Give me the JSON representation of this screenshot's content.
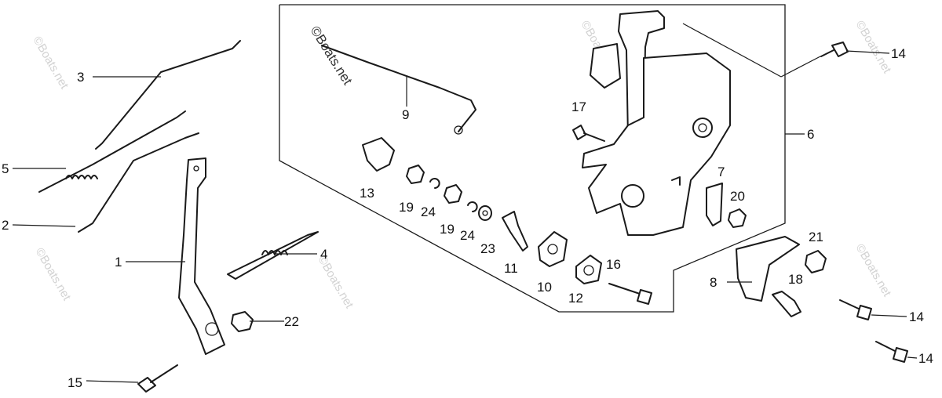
{
  "watermark": {
    "main": "©Boats.net",
    "faint": "©Boats.net"
  },
  "callouts": {
    "c1": "1",
    "c2": "2",
    "c3": "3",
    "c4": "4",
    "c5": "5",
    "c6": "6",
    "c7": "7",
    "c8": "8",
    "c9": "9",
    "c10": "10",
    "c11": "11",
    "c12": "12",
    "c13": "13",
    "c14a": "14",
    "c14b": "14",
    "c14c": "14",
    "c15": "15",
    "c16": "16",
    "c17": "17",
    "c18": "18",
    "c19a": "19",
    "c19b": "19",
    "c20": "20",
    "c21": "21",
    "c22": "22",
    "c23": "23",
    "c24a": "24",
    "c24b": "24"
  }
}
